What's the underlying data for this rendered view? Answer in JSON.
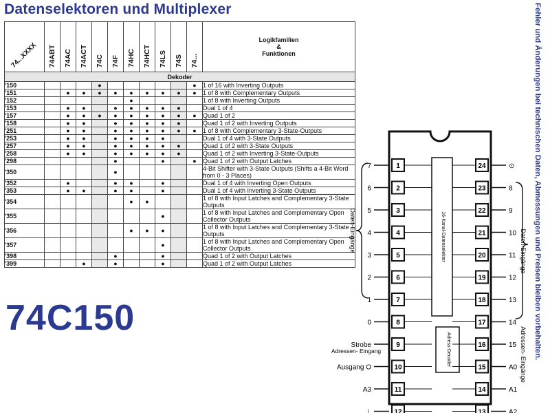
{
  "title": "Datenselektoren und Multiplexer",
  "part_number": "74C150",
  "side_note": "Fehler und Änderungen bei technischen Daten, Abmessungen und Preisen bleiben vorbehalten.",
  "table": {
    "corner_label": "74...XXXX",
    "families": [
      "74ABT",
      "74AC",
      "74ACT",
      "74C",
      "74F",
      "74HC",
      "74HCT",
      "74LS",
      "74S",
      "74..."
    ],
    "function_header_lines": [
      "Logikfamilien",
      "&",
      "Funktionen"
    ],
    "section": "Dekoder",
    "rows": [
      {
        "part": "'150",
        "dots": [
          0,
          0,
          0,
          1,
          0,
          0,
          0,
          0,
          0,
          1
        ],
        "desc": "1 of 16 with Inverting Outputs"
      },
      {
        "part": "'151",
        "dots": [
          0,
          1,
          1,
          1,
          1,
          1,
          1,
          1,
          1,
          1
        ],
        "desc": "1 of 8 with Complementary Outputs"
      },
      {
        "part": "'152",
        "dots": [
          0,
          0,
          0,
          0,
          0,
          1,
          0,
          0,
          0,
          0
        ],
        "desc": "1 of 8 with Inverting Outputs"
      },
      {
        "part": "'153",
        "dots": [
          0,
          1,
          1,
          0,
          1,
          1,
          1,
          1,
          1,
          0
        ],
        "desc": "Dual 1 of 4"
      },
      {
        "part": "'157",
        "dots": [
          0,
          1,
          1,
          1,
          1,
          1,
          1,
          1,
          1,
          1
        ],
        "desc": "Quad 1 of 2"
      },
      {
        "part": "'158",
        "dots": [
          0,
          1,
          1,
          0,
          1,
          1,
          1,
          1,
          1,
          0
        ],
        "desc": "Quad 1 of 2 with Inverting Outputs"
      },
      {
        "part": "'251",
        "dots": [
          0,
          1,
          1,
          0,
          1,
          1,
          1,
          1,
          1,
          1
        ],
        "desc": "1 of 8 with Complementary 3-State-Outputs"
      },
      {
        "part": "'253",
        "dots": [
          0,
          1,
          1,
          0,
          1,
          1,
          1,
          1,
          0,
          0
        ],
        "desc": "Dual 1 of 4 with 3-State Outputs"
      },
      {
        "part": "'257",
        "dots": [
          0,
          1,
          1,
          0,
          1,
          1,
          1,
          1,
          1,
          0
        ],
        "desc": "Quad 1 of 2 with 3-State Outputs"
      },
      {
        "part": "'258",
        "dots": [
          0,
          1,
          1,
          0,
          1,
          1,
          1,
          1,
          1,
          0
        ],
        "desc": "Quad 1 of 2 with Inverting 3-State-Outputs"
      },
      {
        "part": "'298",
        "dots": [
          0,
          0,
          0,
          0,
          1,
          0,
          0,
          1,
          0,
          1
        ],
        "desc": "Quad 1 of 2 with Output Latches"
      },
      {
        "part": "'350",
        "dots": [
          0,
          0,
          0,
          0,
          1,
          0,
          0,
          0,
          0,
          0
        ],
        "desc": "4-Bit Shifter with 3-State Outputs (Shifts a 4-Bit Word from 0 - 3 Places)"
      },
      {
        "part": "'352",
        "dots": [
          0,
          1,
          0,
          0,
          1,
          1,
          0,
          1,
          0,
          0
        ],
        "desc": "Dual 1 of 4 with Inverting Open Outputs"
      },
      {
        "part": "'353",
        "dots": [
          0,
          1,
          1,
          0,
          1,
          1,
          0,
          1,
          0,
          0
        ],
        "desc": "Dual 1 of 4 with Inverting 3-State Outputs"
      },
      {
        "part": "'354",
        "dots": [
          0,
          0,
          0,
          0,
          0,
          1,
          1,
          0,
          0,
          0
        ],
        "desc": "1 of 8 with Input Latches and Complementary 3-State Outputs"
      },
      {
        "part": "'355",
        "dots": [
          0,
          0,
          0,
          0,
          0,
          0,
          0,
          1,
          0,
          0
        ],
        "desc": "1 of 8 with Input Latches and Complementary Open Collector Outputs"
      },
      {
        "part": "'356",
        "dots": [
          0,
          0,
          0,
          0,
          0,
          1,
          1,
          1,
          0,
          0
        ],
        "desc": "1 of 8 with Input Latches and Complementary 3-State Outputs"
      },
      {
        "part": "'357",
        "dots": [
          0,
          0,
          0,
          0,
          0,
          0,
          0,
          1,
          0,
          0
        ],
        "desc": "1 of 8 with Input Latches and Complementary Open Collector Outputs"
      },
      {
        "part": "'398",
        "dots": [
          0,
          0,
          0,
          0,
          1,
          0,
          0,
          1,
          0,
          0
        ],
        "desc": "Quad 1 of 2 with Output Latches"
      },
      {
        "part": "'399",
        "dots": [
          0,
          0,
          1,
          0,
          1,
          0,
          0,
          1,
          0,
          0
        ],
        "desc": "Quad 1 of 2 with Output Latches"
      }
    ]
  },
  "diagram": {
    "left_pins": [
      {
        "num": "1",
        "label": "7"
      },
      {
        "num": "2",
        "label": "6"
      },
      {
        "num": "3",
        "label": "5"
      },
      {
        "num": "4",
        "label": "4"
      },
      {
        "num": "5",
        "label": "3"
      },
      {
        "num": "6",
        "label": "2"
      },
      {
        "num": "7",
        "label": "1"
      },
      {
        "num": "8",
        "label": "0"
      },
      {
        "num": "9",
        "label": "Strobe"
      },
      {
        "num": "10",
        "label": "Ausgang O"
      },
      {
        "num": "11",
        "label": "A3"
      },
      {
        "num": "12",
        "label": "⊥"
      }
    ],
    "right_pins": [
      {
        "num": "24",
        "label": "⊙"
      },
      {
        "num": "23",
        "label": "8"
      },
      {
        "num": "22",
        "label": "9"
      },
      {
        "num": "21",
        "label": "10"
      },
      {
        "num": "20",
        "label": "11"
      },
      {
        "num": "19",
        "label": "12"
      },
      {
        "num": "18",
        "label": "13"
      },
      {
        "num": "17",
        "label": "14"
      },
      {
        "num": "16",
        "label": "15"
      },
      {
        "num": "15",
        "label": "A0"
      },
      {
        "num": "14",
        "label": "A1"
      },
      {
        "num": "13",
        "label": "A2"
      }
    ],
    "label_data_inputs": "Daten-Eingänge",
    "label_address_in": "Adressen- Eingang",
    "label_address_inputs": "Adressen- Eingänge",
    "block_mux": "16-Kanal-Datenselektor",
    "block_decoder": "Adress-Decoder"
  }
}
